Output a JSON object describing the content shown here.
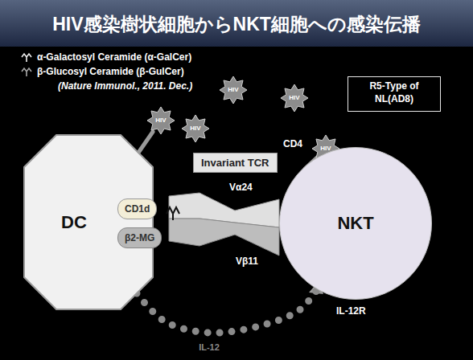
{
  "diagram": {
    "title": "HIV感染樹状細胞からNKT細胞への感染伝播",
    "nodes": [
      {
        "text": [
          "HIV"
        ]
      },
      {
        "text": [
          "HIV"
        ]
      },
      {
        "text": [
          "R5-Type of NL(AD8)"
        ]
      },
      {
        "text": [
          "HIV"
        ]
      },
      {
        "text": [
          "HIV"
        ]
      },
      {
        "text": [
          "HIV"
        ]
      },
      {
        "text": [
          "Invariant TCR"
        ]
      },
      {
        "text": [
          "DC"
        ]
      },
      {
        "text": [
          "CD1d"
        ],
        "in": 7
      },
      {
        "text": [
          "β2-MG"
        ],
        "in": 7
      },
      {
        "text": [
          "NKT"
        ]
      }
    ],
    "edges": [
      {
        "from": 7,
        "to": 10,
        "label": "IL-12",
        "arrow": "none"
      }
    ],
    "labels": [
      "(Nature Immunol., 2011. Dec.)",
      "CD4",
      "Vα24",
      "Vβ11",
      "IL-12R"
    ],
    "legend": [
      {
        "text": "α-Galactosyl Ceramide (α-GalCer)"
      },
      {
        "text": "β-Glucosyl Ceramide (β-GulCer)"
      }
    ]
  }
}
